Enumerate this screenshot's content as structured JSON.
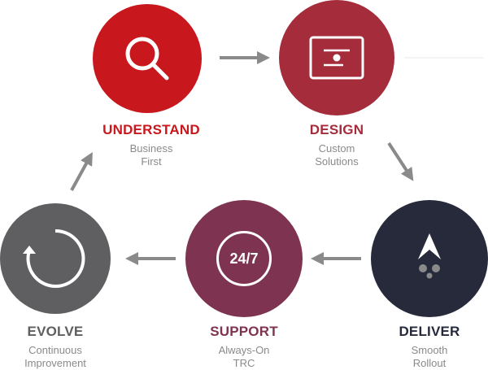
{
  "steps": [
    {
      "title": "UNDERSTAND",
      "lines": [
        "Business",
        "First"
      ],
      "color": "#c8181d",
      "icon": "search-icon"
    },
    {
      "title": "DESIGN",
      "lines": [
        "Custom",
        "Solutions"
      ],
      "color": "#a52d3b",
      "icon": "browser-window-icon"
    },
    {
      "title": "DELIVER",
      "lines": [
        "Smooth",
        "Rollout"
      ],
      "color": "#262a3b",
      "icon": "rocket-icon"
    },
    {
      "title": "SUPPORT",
      "lines": [
        "Always-On",
        "TRC"
      ],
      "color": "#7e3450",
      "icon": "24-7-icon",
      "icon_text": "24/7"
    },
    {
      "title": "EVOLVE",
      "lines": [
        "Continuous",
        "Improvement"
      ],
      "color": "#5f5f61",
      "icon": "refresh-cycle-icon"
    }
  ],
  "arrow_color": "#8a8a8a"
}
